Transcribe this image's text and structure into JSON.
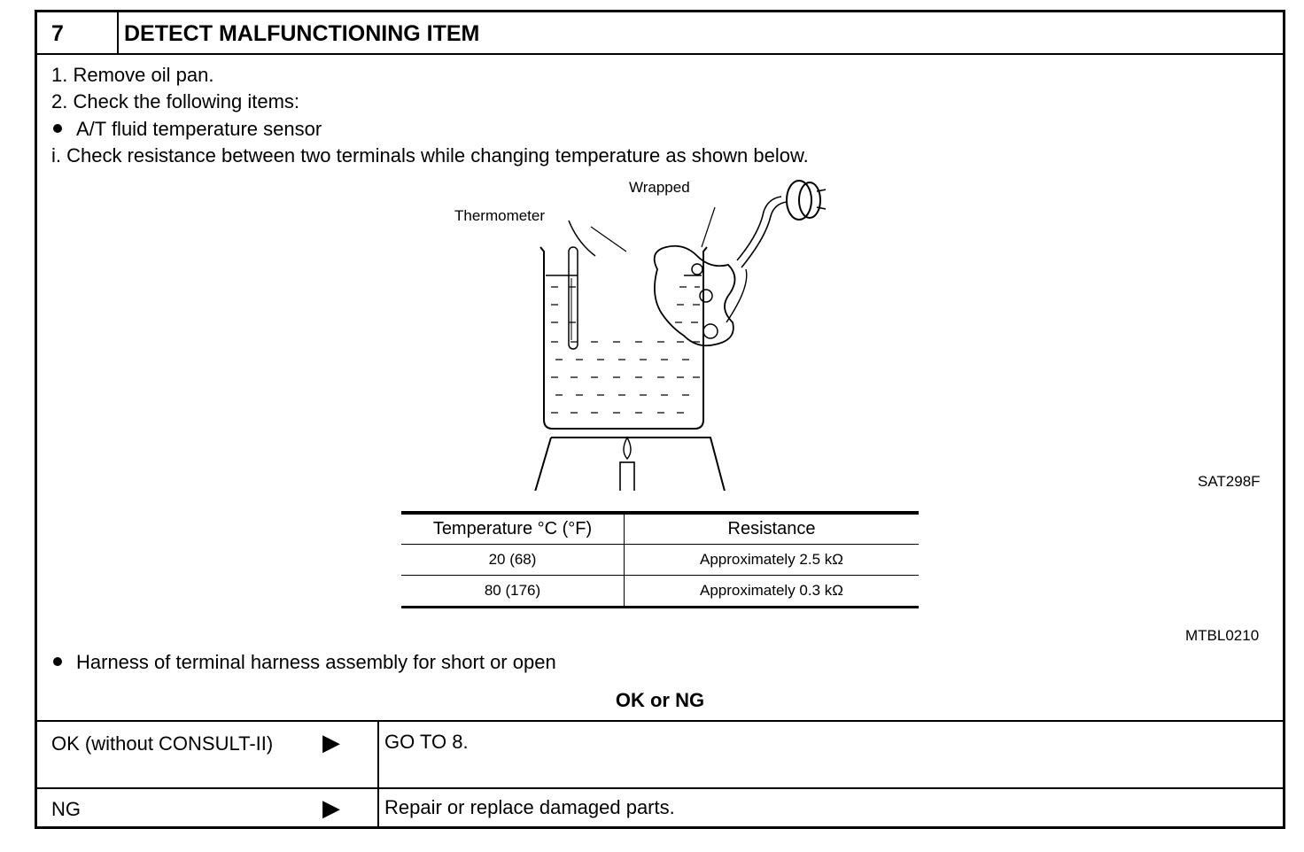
{
  "header": {
    "step_number": "7",
    "title": "DETECT MALFUNCTIONING ITEM"
  },
  "body": {
    "lines": [
      "1.  Remove oil pan.",
      "2.  Check the following items:",
      "A/T fluid temperature sensor",
      "i.  Check resistance between two terminals while changing temperature as shown below."
    ],
    "figure": {
      "label_thermometer": "Thermometer",
      "label_wrapped": "Wrapped",
      "figure_ref": "SAT298F"
    },
    "table": {
      "headers": [
        "Temperature °C (°F)",
        "Resistance"
      ],
      "rows": [
        [
          "20 (68)",
          "Approximately 2.5 kΩ"
        ],
        [
          "80 (176)",
          "Approximately 0.3 kΩ"
        ]
      ],
      "table_ref": "MTBL0210"
    },
    "harness_line": "Harness of terminal harness assembly for short or open",
    "result_heading": "OK or NG"
  },
  "results": [
    {
      "label": "OK (without CONSULT-II)",
      "action": "GO TO 8."
    },
    {
      "label": "NG",
      "action": "Repair or replace damaged parts."
    }
  ],
  "icons": {
    "arrow": "right-triangle-arrow-icon",
    "bullet": "bullet-dot-icon"
  }
}
